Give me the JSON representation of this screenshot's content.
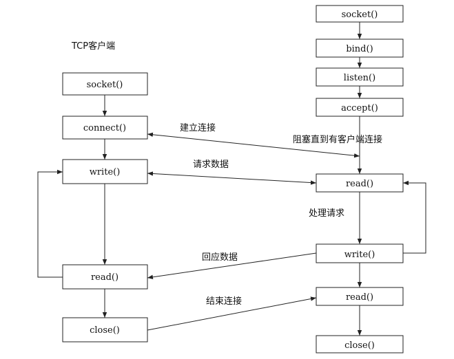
{
  "client": {
    "title": "TCP客户端",
    "socket": "socket()",
    "connect": "connect()",
    "write": "write()",
    "read": "read()",
    "close": "close()"
  },
  "server": {
    "socket": "socket()",
    "bind": "bind()",
    "listen": "listen()",
    "accept": "accept()",
    "read1": "read()",
    "write": "write()",
    "read2": "read()",
    "close": "close()"
  },
  "labels": {
    "establish": "建立连接",
    "block": "阻塞直到有客户端连接",
    "request": "请求数据",
    "process": "处理请求",
    "reply": "回应数据",
    "end": "结束连接"
  },
  "colors": {
    "stroke": "#222222",
    "text": "#111111",
    "background": "#ffffff"
  }
}
